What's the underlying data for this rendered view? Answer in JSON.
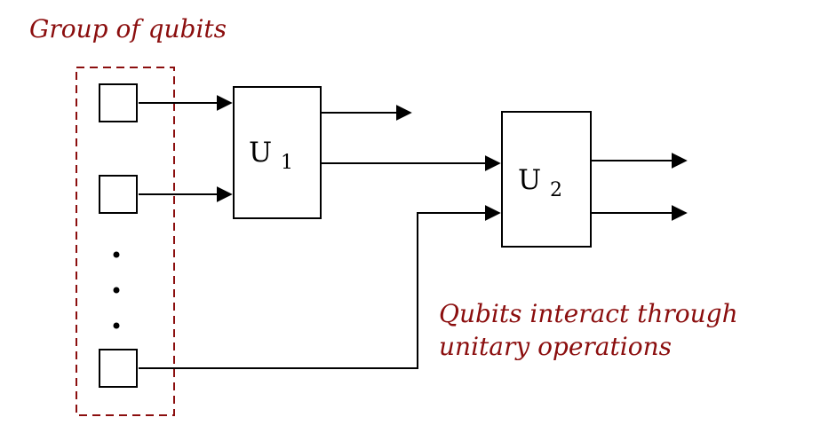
{
  "diagram": {
    "title": "Group of qubits",
    "annotation": {
      "line1": "Qubits interact through",
      "line2": "unitary operations"
    },
    "gates": [
      {
        "label": "U",
        "subscript": "1"
      },
      {
        "label": "U",
        "subscript": "2"
      }
    ],
    "qubits": {
      "visible_boxes": 3,
      "ellipsis_dots": 3
    },
    "colors": {
      "accent": "#8B0E0E",
      "line": "#000000",
      "background": "#FFFFFF"
    }
  }
}
